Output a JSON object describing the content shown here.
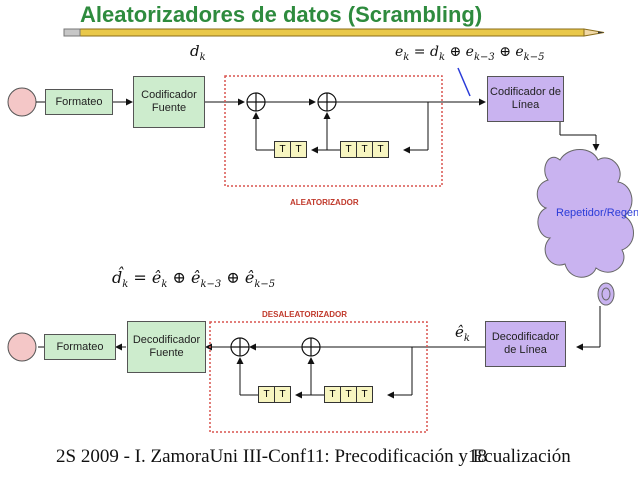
{
  "title": "Aleatorizadores de datos (Scrambling)",
  "top": {
    "formateo": "Formateo",
    "codificador_fuente": "Codificador Fuente",
    "codificador_linea": "Codificador de Línea",
    "registers_left": [
      "T",
      "T"
    ],
    "registers_right": [
      "T",
      "T",
      "T"
    ],
    "region_label": "ALEATORIZADOR",
    "input_symbol": "d_k",
    "equation": "e_k = d_k ⊕ e_{k−3} ⊕ e_{k−5}"
  },
  "cloud": {
    "label": "Repetidor/Regenerador"
  },
  "bottom": {
    "formateo": "Formateo",
    "decodificador_fuente": "Decodificador Fuente",
    "decodificador_linea": "Decodificador de Línea",
    "registers_left": [
      "T",
      "T"
    ],
    "registers_right": [
      "T",
      "T",
      "T"
    ],
    "region_label": "DESALEATORIZADOR",
    "received_symbol": "ê_k",
    "equation": "d̂_k = ê_k ⊕ ê_{k−3} ⊕ ê_{k−5}"
  },
  "footer": {
    "left": "2S 2009 - I. Zamora",
    "center": "Uni III-Conf11: Precodificación y Ecualización",
    "page": "18"
  }
}
